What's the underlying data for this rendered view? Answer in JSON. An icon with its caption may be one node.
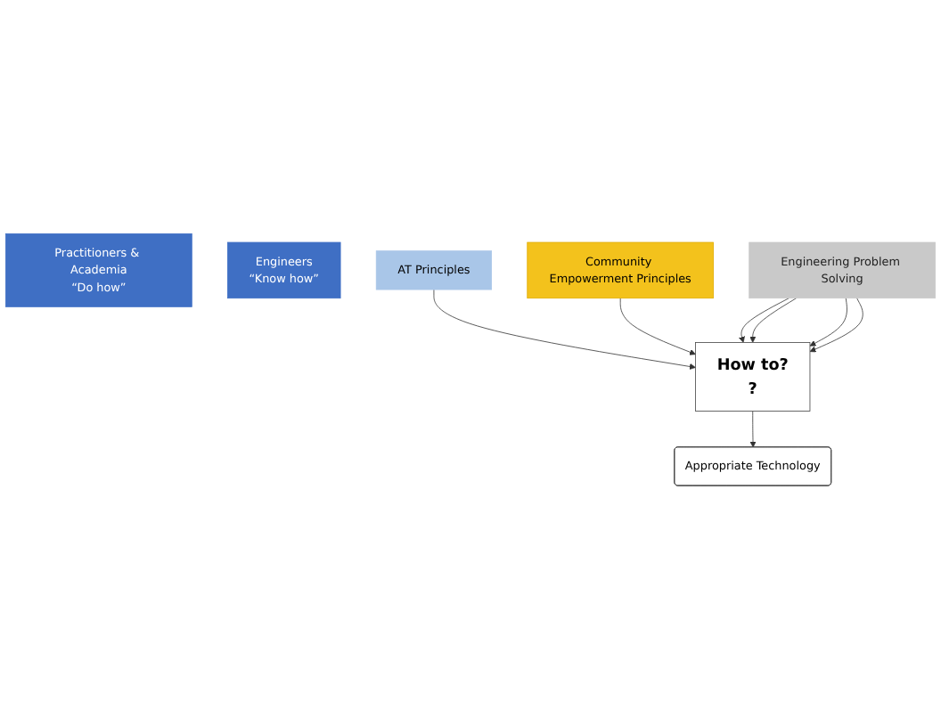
{
  "diagram": {
    "nodes": [
      {
        "text": [
          "Practitioners & Academia",
          "“Do how”"
        ]
      },
      {
        "text": [
          "Engineers",
          "“Know how”"
        ]
      },
      {
        "text": [
          "How to?",
          "?"
        ]
      },
      {
        "text": [
          "AT Principles"
        ]
      },
      {
        "text": [
          "Community Empowerment Principles"
        ]
      },
      {
        "text": [
          "Engineering Problem Solving"
        ]
      },
      {
        "text": [
          "Appropriate Technology"
        ]
      }
    ],
    "edges": [
      {
        "from": 3,
        "to": 2,
        "arrow": "to"
      },
      {
        "from": 4,
        "to": 2,
        "arrow": "to"
      },
      {
        "from": 5,
        "to": 2,
        "arrow": "to"
      },
      {
        "from": 5,
        "to": 2,
        "arrow": "to"
      },
      {
        "from": 5,
        "to": 2,
        "arrow": "to"
      },
      {
        "from": 5,
        "to": 2,
        "arrow": "to"
      },
      {
        "from": 2,
        "to": 6,
        "arrow": "to"
      }
    ]
  }
}
